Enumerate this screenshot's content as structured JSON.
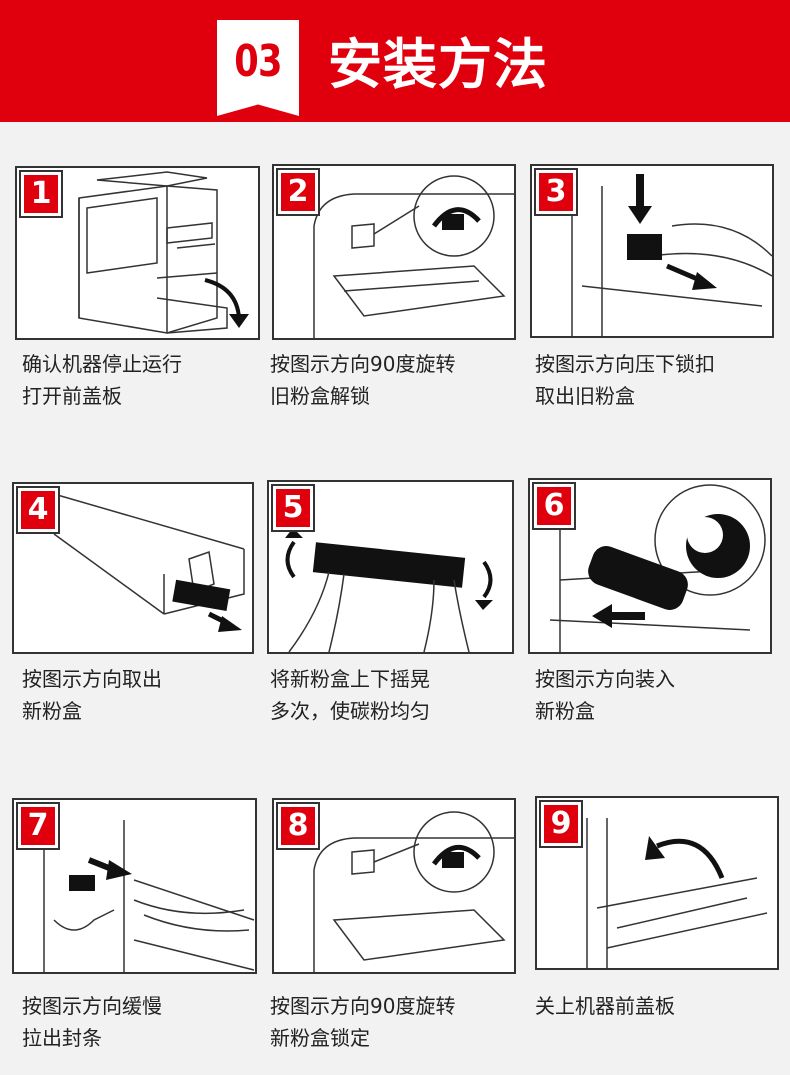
{
  "header": {
    "step_number": "03",
    "title": "安装方法"
  },
  "steps": [
    {
      "number": "1",
      "line1": "确认机器停止运行",
      "line2": "打开前盖板"
    },
    {
      "number": "2",
      "line1": "按图示方向90度旋转",
      "line2": "旧粉盒解锁"
    },
    {
      "number": "3",
      "line1": "按图示方向压下锁扣",
      "line2": "取出旧粉盒"
    },
    {
      "number": "4",
      "line1": "按图示方向取出",
      "line2": "新粉盒"
    },
    {
      "number": "5",
      "line1": "将新粉盒上下摇晃",
      "line2": "多次，使碳粉均匀"
    },
    {
      "number": "6",
      "line1": "按图示方向装入",
      "line2": "新粉盒"
    },
    {
      "number": "7",
      "line1": "按图示方向缓慢",
      "line2": "拉出封条"
    },
    {
      "number": "8",
      "line1": "按图示方向90度旋转",
      "line2": "新粉盒锁定"
    },
    {
      "number": "9",
      "line1": "关上机器前盖板",
      "line2": ""
    }
  ],
  "colors": {
    "accent": "#e0000d",
    "background": "#f2f2f2"
  }
}
